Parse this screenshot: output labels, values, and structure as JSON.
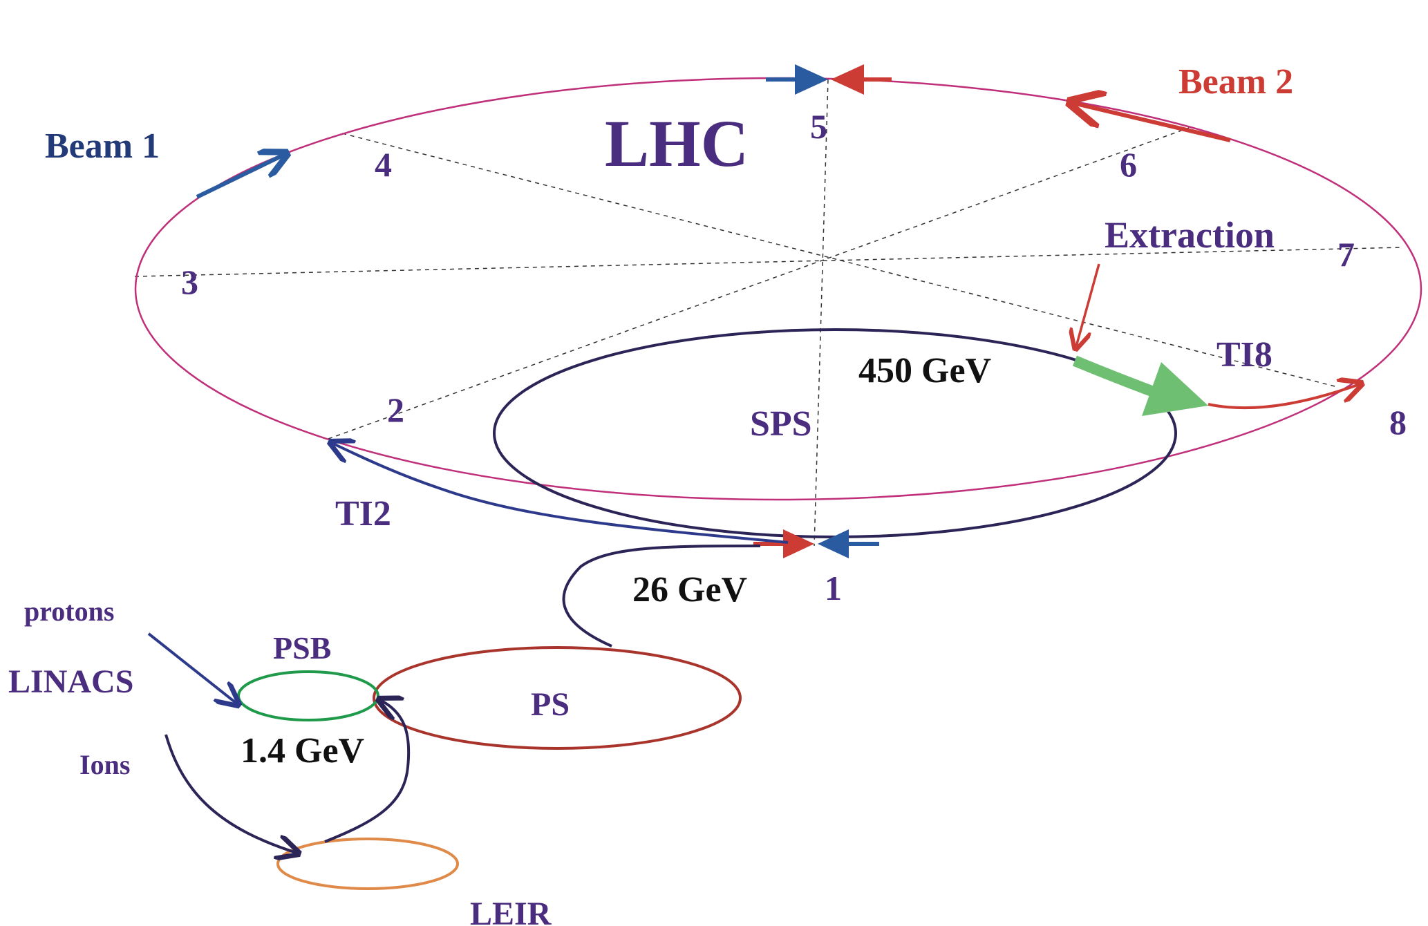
{
  "labels": {
    "lhc": "LHC",
    "beam1": "Beam 1",
    "beam2": "Beam 2",
    "extraction": "Extraction",
    "ti8": "TI8",
    "ti2": "TI2",
    "sps": "SPS",
    "energy_450": "450 GeV",
    "energy_26": "26 GeV",
    "energy_1_4": "1.4 GeV",
    "psb": "PSB",
    "ps": "PS",
    "linacs": "LINACS",
    "protons": "protons",
    "ions": "Ions",
    "leir": "LEIR",
    "points": [
      "1",
      "2",
      "3",
      "4",
      "5",
      "6",
      "7",
      "8"
    ]
  },
  "colors": {
    "lhc_ring": "#c0307a",
    "sps_ring": "#2b2456",
    "ps_ring": "#a8342c",
    "psb_ring": "#1f9a4a",
    "leir_ring": "#e08a4a",
    "beam1": "#2a5aa0",
    "beam2": "#cc3b34",
    "transfer_ti2": "#2d3a8c",
    "transfer_ti8": "#6fbf73",
    "text_purple": "#4b2d7f"
  }
}
